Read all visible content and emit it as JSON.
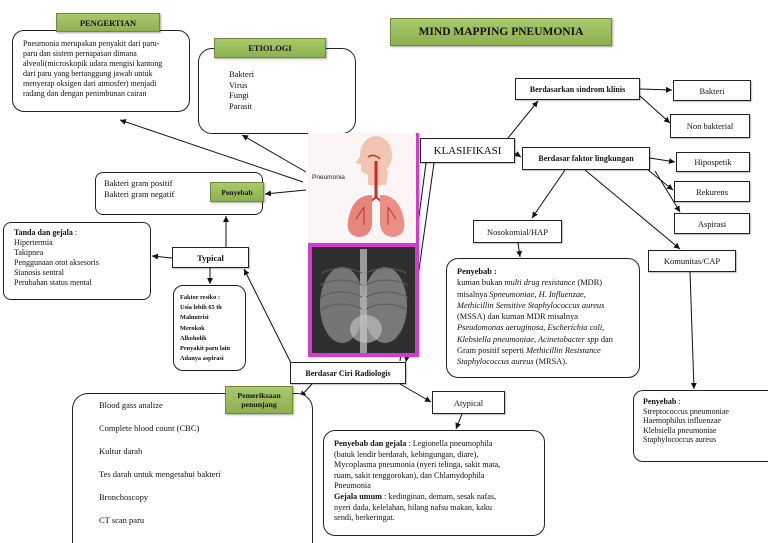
{
  "title": "MIND MAPPING PNEUMONIA",
  "colors": {
    "label_green": "#9bbb59",
    "image_frame": "#d23ad0"
  },
  "pengertian": {
    "label": "PENGERTIAN",
    "lines": [
      "Pneumonia merupakan penyakit dari paru-",
      "paru dan sistem pernapasan dimana",
      "alveoli(microskopik udara mengisi kantong",
      "dari paru yang bertanggung jawab untuk",
      "menyerap oksigen dari atmosfer) menjadi",
      "radang dan dengan penimbunan cairan"
    ]
  },
  "etiologi": {
    "label": "ETIOLOGI",
    "items": [
      "Bakteri",
      "Virus",
      "Fungi",
      "Parasit"
    ]
  },
  "illustration": {
    "label": "Pneumonia"
  },
  "penyebab": {
    "label": "Penyebab",
    "items": [
      "Bakteri gram positif",
      "Bakteri gram negatif"
    ]
  },
  "klasifikasi": {
    "label": "KLASIFIKASI"
  },
  "sindrom_klinis": {
    "label": "Berdasarkan sindrom klinis",
    "bakteri": "Bakteri",
    "non_bakterial": "Non bakterial"
  },
  "faktor_lingkungan": {
    "label": "Berdasar faktor lingkungan",
    "hipospetik": "Hipospetik",
    "rekurens": "Rekurens",
    "aspirasi": "Aspirasi"
  },
  "nosokomial": {
    "label": "Nosokomial/HAP",
    "lines": [
      [
        "Penyebab :"
      ],
      [
        "kuman bukan ",
        "multi drug resistance",
        " (MDR)"
      ],
      [
        "misalnya ",
        "Spneumoniae, H. Influenzae,"
      ],
      [
        "Methicillin Sensitive Staphylococcus aureus"
      ],
      [
        "(MSSA) dan kuman MDR misalnya"
      ],
      [
        "Pseudomonas aeruginosa, Escherichia coli,"
      ],
      [
        "Klebsiella pneumoniae, Acinetobacter spp",
        " dan"
      ],
      [
        "Gram positif seperti ",
        "Methicillin Resistance"
      ],
      [
        "Staphylococcus aureus",
        " (MRSA)."
      ]
    ]
  },
  "komunitas": {
    "label": "Komunitas/CAP",
    "heading": [
      "Penyebab",
      " :"
    ],
    "items": [
      "Streptococcus pneumoniae",
      "Haemophilus influenzae",
      "Klebsiella pneumoniae",
      "Staphylococcus aureus"
    ]
  },
  "radiologis": {
    "label": "Berdasar Ciri Radiologis"
  },
  "typical": {
    "label": "Typical",
    "tanda_gejala": {
      "heading": [
        "Tanda dan gejala",
        " :"
      ],
      "items": [
        "Hipertermia",
        "Takipnea",
        "Penggunaan otot aksesoris",
        "Sianosis sentral",
        "Perubahan status mental"
      ]
    },
    "faktor_resiko": {
      "heading": "Faktor resiko :",
      "items": [
        "Usia lebih 65 th",
        "Malnutrisi",
        "Merokok",
        "Alkoholik",
        "Penyakit paru lain",
        "Adanya aspirasi"
      ]
    }
  },
  "atypical": {
    "label": "Atypical",
    "lines": [
      [
        "Penyebab dan gejala",
        " : Legionella pneumophila"
      ],
      [
        "(batuk lendir berdarah, kebingungan, diare),"
      ],
      [
        "Mycoplasma pneumonia (nyeri telinga, sakit mata,"
      ],
      [
        "ruam, sakit tenggorokan), dan Chlamydophila"
      ],
      [
        "Pneumonia"
      ],
      [
        "Gejala umum",
        " : kedinginan, demam, sesak nafas,"
      ],
      [
        "nyeri dada, kelelahan, hilang nafsu makan, kaku"
      ],
      [
        "sendi, berkeringat."
      ]
    ]
  },
  "pemeriksaan": {
    "label": "Pemeriksaan penunjang",
    "items": [
      "Blood gass analize",
      "Complete blood count (CBC)",
      "Kultur darah",
      "Tes darah untuk mengetahui bakteri",
      "Bronchoscopy",
      "CT scan paru"
    ]
  }
}
